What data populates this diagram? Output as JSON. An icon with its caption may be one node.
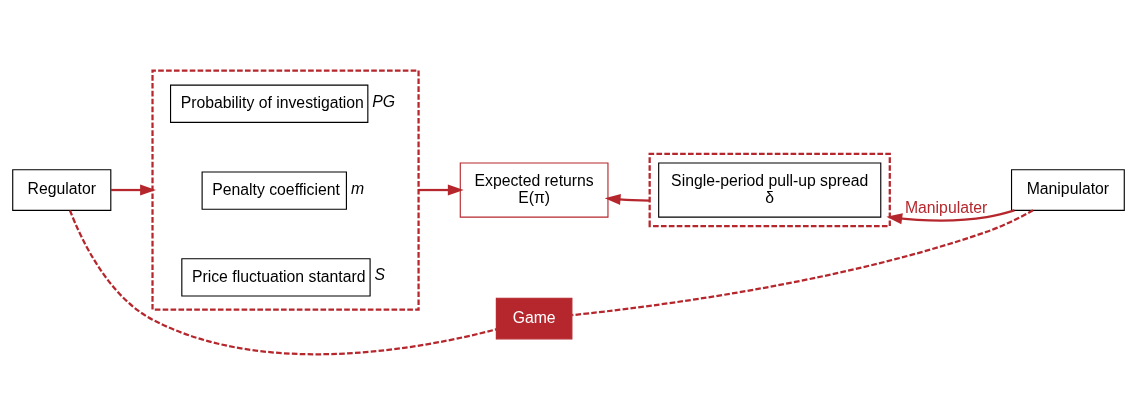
{
  "diagram": {
    "nodes": [
      {
        "text": [
          "Regulator"
        ]
      },
      {
        "text": [],
        "shape": "box"
      },
      {
        "text": [
          "Probability of investigation"
        ],
        "beside": [
          "PG"
        ],
        "in": 1
      },
      {
        "text": [
          "Penalty coefficient"
        ],
        "beside": [
          "m"
        ],
        "in": 1
      },
      {
        "text": [
          "Price fluctuation stantard"
        ],
        "beside": [
          "S"
        ],
        "in": 1
      },
      {
        "text": [
          "Expected returns",
          "E(π)"
        ]
      },
      {
        "text": [],
        "shape": "box"
      },
      {
        "text": [
          "Single-period pull-up spread",
          "δ"
        ],
        "in": 6
      },
      {
        "text": [
          "Manipulator"
        ]
      },
      {
        "text": [
          "Game"
        ]
      }
    ],
    "edges": [
      {
        "from": 0,
        "to": 1,
        "arrow": "to"
      },
      {
        "from": 1,
        "to": 5,
        "arrow": "to"
      },
      {
        "from": 6,
        "to": 5,
        "arrow": "to"
      },
      {
        "from": 8,
        "to": 6,
        "arrow": "to",
        "label": "Manipulater"
      },
      {
        "from": 0,
        "to": 9,
        "arrow": "none",
        "style": "dashed"
      },
      {
        "from": 8,
        "to": 9,
        "arrow": "none",
        "style": "dashed"
      }
    ]
  }
}
